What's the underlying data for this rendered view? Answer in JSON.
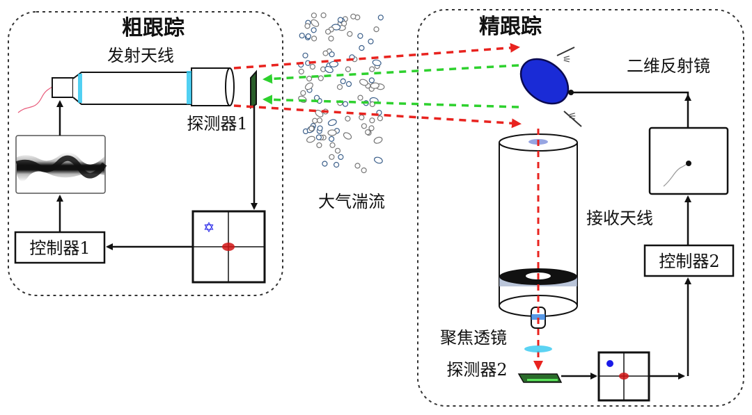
{
  "diagram": {
    "regions": {
      "coarse": {
        "title": "粗跟踪"
      },
      "fine": {
        "title": "精跟踪"
      }
    },
    "labels": {
      "transmit_antenna": "发射天线",
      "detector1": "探测器1",
      "controller1": "控制器1",
      "turbulence": "大气湍流",
      "mirror_2d": "二维反射镜",
      "receive_antenna": "接收天线",
      "controller2": "控制器2",
      "focus_lens": "聚焦透镜",
      "detector2": "探测器2"
    },
    "colors": {
      "beam_forward": "#e8231f",
      "beam_return": "#2ed12e",
      "mirror": "#1a2bd6",
      "lens_glow": "#33c8f0",
      "spot_target": "#1a1ae8",
      "spot_actual": "#d01414"
    }
  }
}
